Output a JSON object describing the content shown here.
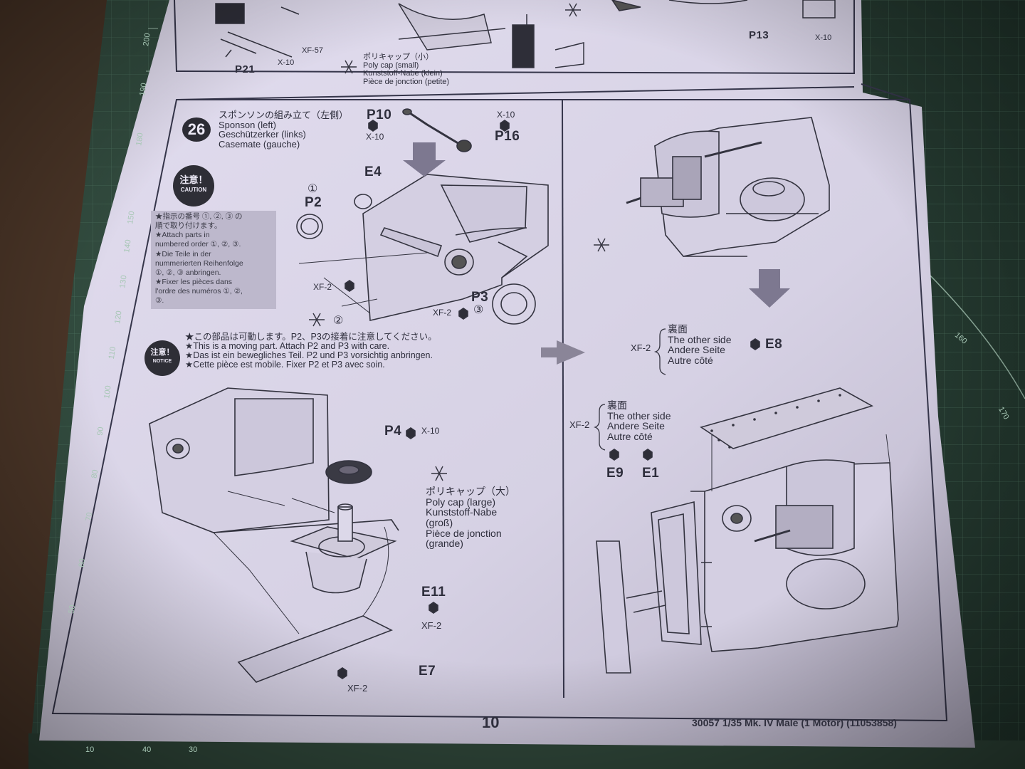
{
  "image": {
    "page_number": "10",
    "footer": "30057  1/35 Mk. IV Male (1 Motor) (11053858)",
    "top_section": {
      "parts": [
        "P21",
        "P13"
      ],
      "paints": [
        "X-10",
        "XF-57",
        "X-10"
      ],
      "polycap_small": [
        "ポリキャップ（小）",
        "Poly cap (small)",
        "Kunststoff-Nabe (klein)",
        "Pièce de jonction (petite)"
      ]
    },
    "step": {
      "number": "26",
      "title_jp": "スポンソンの組み立て（左側）",
      "title_en": "Sponson (left)",
      "title_de": "Geschützerker (links)",
      "title_fr": "Casemate (gauche)"
    },
    "caution": {
      "badge_jp": "注意！",
      "badge_en": "CAUTION",
      "lines": [
        "★指示の番号 ①, ②, ③ の",
        "順で取り付けます。",
        "★Attach parts in",
        "numbered order ①, ②, ③.",
        "★Die Teile in der",
        "nummerierten Reihenfolge",
        "①, ②, ③ anbringen.",
        "★Fixer les pièces dans",
        "l'ordre des numéros ①, ②,",
        "③."
      ]
    },
    "notice": {
      "badge_jp": "注意！",
      "badge_en": "NOTICE",
      "lines": [
        "★この部品は可動します。P2、P3の接着に注意してください。",
        "★This is a moving part. Attach P2 and P3 with care.",
        "★Das ist ein bewegliches Teil. P2 und P3 vorsichtig anbringen.",
        "★Cette pièce est mobile. Fixer P2 et P3 avec soin."
      ]
    },
    "left_parts": {
      "p10": "P10",
      "p16": "P16",
      "e4": "E4",
      "p2": "P2",
      "p3": "P3",
      "p4": "P4",
      "e11": "E11",
      "e7": "E7",
      "x10_a": "X-10",
      "x10_b": "X-10",
      "x10_c": "X-10",
      "xf2_a": "XF-2",
      "xf2_b": "XF-2",
      "xf2_c": "XF-2",
      "xf2_d": "XF-2",
      "n1": "①",
      "n2": "②",
      "n3": "③"
    },
    "polycap_large": [
      "ポリキャップ（大）",
      "Poly cap (large)",
      "Kunststoff-Nabe",
      "(groß)",
      "Pièce de jonction",
      "(grande)"
    ],
    "right_parts": {
      "e8": "E8",
      "e9": "E9",
      "e1": "E1",
      "xf2_a": "XF-2",
      "xf2_b": "XF-2",
      "other_side_1": [
        "裏面",
        "The other side",
        "Andere Seite",
        "Autre côté"
      ],
      "other_side_2": [
        "裏面",
        "The other side",
        "Andere Seite",
        "Autre côté"
      ]
    },
    "ruler_numbers": [
      "200",
      "190",
      "180",
      "150",
      "140",
      "130",
      "120",
      "110",
      "100",
      "90",
      "80",
      "70",
      "60",
      "50",
      "40",
      "30",
      "20",
      "10",
      "160",
      "170"
    ],
    "colors": {
      "paper": "#d9d4e8",
      "ink": "#2e2e3c",
      "mat_green": "#2f4a3c",
      "desk": "#3a2f28"
    }
  }
}
